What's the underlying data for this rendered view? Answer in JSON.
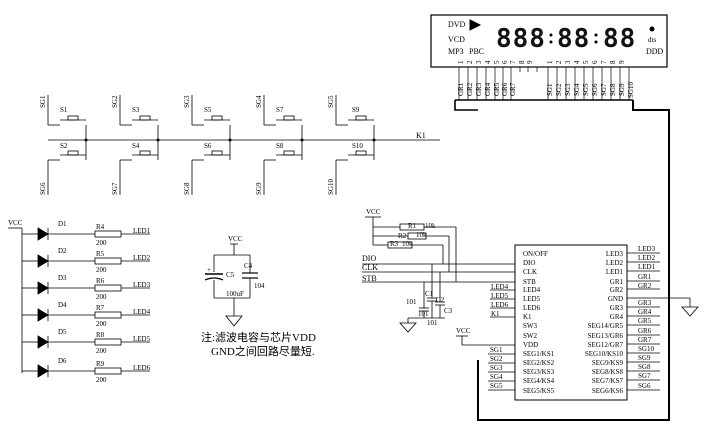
{
  "display": {
    "labels": [
      "DVD",
      "VCD",
      "MP3",
      "PBC",
      "dts",
      "DDD"
    ],
    "digits": [
      "888",
      "88",
      "88"
    ],
    "gr_pins": [
      "GR1",
      "GR2",
      "GR3",
      "GR4",
      "GR5",
      "GR6",
      "GR7"
    ],
    "gr_pin_nums": [
      "1",
      "2",
      "3",
      "4",
      "5",
      "6",
      "7",
      "8",
      "9"
    ],
    "sg_pins": [
      "SG1",
      "SG2",
      "SG3",
      "SG4",
      "SG5",
      "SG6",
      "SG7",
      "SG8",
      "SG9",
      "SG10"
    ],
    "sg_pin_nums": [
      "1",
      "2",
      "3",
      "4",
      "5",
      "6",
      "7",
      "8",
      "9"
    ]
  },
  "switches": {
    "top": [
      "S1",
      "S3",
      "S5",
      "S7",
      "S9"
    ],
    "bottom": [
      "S2",
      "S4",
      "S6",
      "S8",
      "S10"
    ],
    "top_sg": [
      "SG1",
      "SG2",
      "SG3",
      "SG4",
      "SG5"
    ],
    "bottom_sg": [
      "SG6",
      "SG7",
      "SG8",
      "SG9",
      "SG10"
    ],
    "k_label": "K1"
  },
  "leds": {
    "vcc": "VCC",
    "diodes": [
      "D1",
      "D2",
      "D3",
      "D4",
      "D5",
      "D6"
    ],
    "resistors": [
      "R4",
      "R5",
      "R6",
      "R7",
      "R8",
      "R9"
    ],
    "values": [
      "200",
      "200",
      "200",
      "200",
      "200",
      "200"
    ],
    "nets": [
      "LED1",
      "LED2",
      "LED3",
      "LED4",
      "LED5",
      "LED6"
    ]
  },
  "filter": {
    "vcc": "VCC",
    "c5": "C5",
    "c5_val": "100uF",
    "c4": "C4",
    "c4_val": "104",
    "plus": "+"
  },
  "note": {
    "line1": "注:滤波电容与芯片VDD",
    "line2": "GND之间回路尽量短."
  },
  "pullups": {
    "vcc": "VCC",
    "r1": "R1",
    "r2": "R2",
    "r3": "R3",
    "val": "10k",
    "c1": "C1",
    "c2": "C2",
    "c3": "C3",
    "cap_val": "101"
  },
  "bus": {
    "dio": "DIO",
    "clk": "CLK",
    "stb": "STB",
    "led_in": [
      "LED4",
      "LED5",
      "LED6",
      "K1"
    ],
    "vcc2": "VCC",
    "sg_in": [
      "SG1",
      "SG2",
      "SG3",
      "SG4",
      "SG5"
    ]
  },
  "chip": {
    "left_pins": [
      "ON/OFF",
      "DIO",
      "CLK",
      "STB",
      "LED4",
      "LED5",
      "LED6",
      "K1",
      "SW3",
      "SW2",
      "VDD",
      "SEG1/KS1",
      "SEG2/KS2",
      "SEG3/KS3",
      "SEG4/KS4",
      "SEG5/KS5"
    ],
    "right_pins": [
      "LED3",
      "LED2",
      "LED1",
      "GR1",
      "GR2",
      "GND",
      "GR3",
      "GR4",
      "SEG14/GR5",
      "SEG13/GR6",
      "SEG12/GR7",
      "SEG10/KS10",
      "SEG9/KS9",
      "SEG8/KS8",
      "SEG7/KS7",
      "SEG6/KS6"
    ],
    "right_nets": [
      "LED3",
      "LED2",
      "LED1",
      "GR1",
      "GR2",
      "",
      "GR3",
      "GR4",
      "GR5",
      "GR6",
      "GR7",
      "SG10",
      "SG9",
      "SG8",
      "SG7",
      "SG6"
    ]
  }
}
